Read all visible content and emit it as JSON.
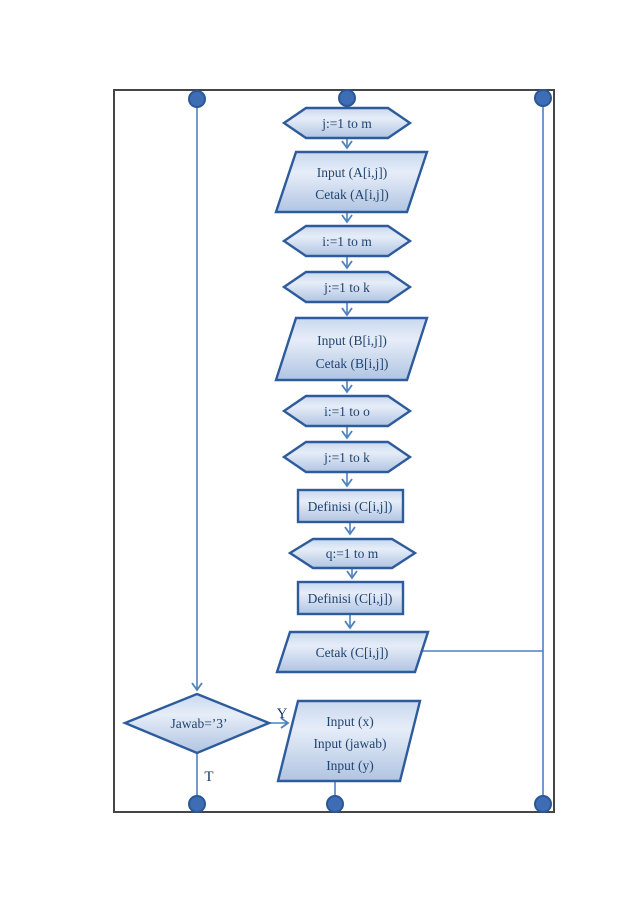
{
  "page": {
    "background": "#ffffff",
    "border_color": "#454545"
  },
  "colors": {
    "shape_border": "#2e5b9c",
    "shape_fill_top": "#dce6f4",
    "shape_fill_mid": "#e8eef8",
    "shape_fill_bottom": "#b4c7e5",
    "edge_line": "#4f81bd",
    "label_text": "#1f4470",
    "connector_fill": "#3e6db5",
    "connector_stroke": "#2b5796"
  },
  "flowchart": {
    "nodes": [
      {
        "id": "loop-j-to-m",
        "type": "hexagon-loop",
        "label": "j:=1  to m"
      },
      {
        "id": "io-a",
        "type": "parallelogram-io",
        "lines": [
          "Input  (A[i,j])",
          "Cetak (A[i,j])"
        ]
      },
      {
        "id": "loop-i-to-m",
        "type": "hexagon-loop",
        "label": "i:=1  to m"
      },
      {
        "id": "loop-j-to-k-1",
        "type": "hexagon-loop",
        "label": "j:=1  to k"
      },
      {
        "id": "io-b",
        "type": "parallelogram-io",
        "lines": [
          "Input  (B[i,j])",
          "Cetak (B[i,j])"
        ]
      },
      {
        "id": "loop-i-to-o",
        "type": "hexagon-loop",
        "label": "i:=1  to o"
      },
      {
        "id": "loop-j-to-k-2",
        "type": "hexagon-loop",
        "label": "j:=1  to k"
      },
      {
        "id": "process-definisi-1",
        "type": "rectangle-process",
        "label": "Definisi  (C[i,j])"
      },
      {
        "id": "loop-q-to-m",
        "type": "hexagon-loop",
        "label": "q:=1  to m"
      },
      {
        "id": "process-definisi-2",
        "type": "rectangle-process",
        "label": "Definisi  (C[i,j])"
      },
      {
        "id": "io-cetak-c",
        "type": "parallelogram-io",
        "label": "Cetak (C[i,j])"
      },
      {
        "id": "decision-jawab",
        "type": "diamond-decision",
        "label": "Jawab=’3’"
      },
      {
        "id": "io-input-xy",
        "type": "parallelogram-io",
        "lines": [
          "Input  (x)",
          "Input  (jawab)",
          "Input  (y)"
        ]
      }
    ],
    "branch_labels": {
      "yes": "Y",
      "no": "T"
    }
  }
}
